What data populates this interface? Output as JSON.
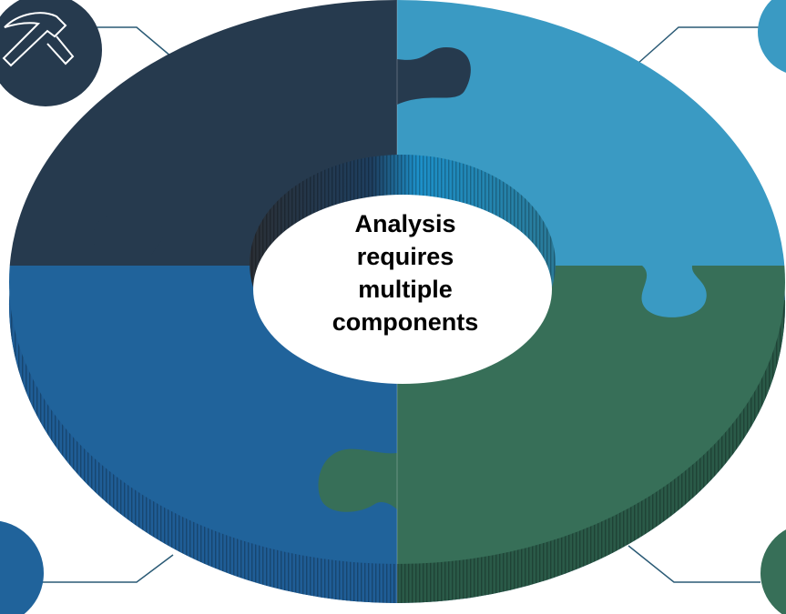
{
  "center_label": {
    "line1": "Analysis",
    "line2": "requires",
    "line3": "multiple",
    "line4": "components"
  },
  "pieces": [
    {
      "name": "top-left",
      "color": "#263a4e"
    },
    {
      "name": "top-right",
      "color": "#3b9bc4"
    },
    {
      "name": "bottom-left",
      "color": "#20639b"
    },
    {
      "name": "bottom-right",
      "color": "#376f58"
    }
  ],
  "icons": {
    "top_left": "hammer-icon"
  },
  "colors": {
    "connector_line": "#2a5a75",
    "hole": "#ffffff"
  }
}
